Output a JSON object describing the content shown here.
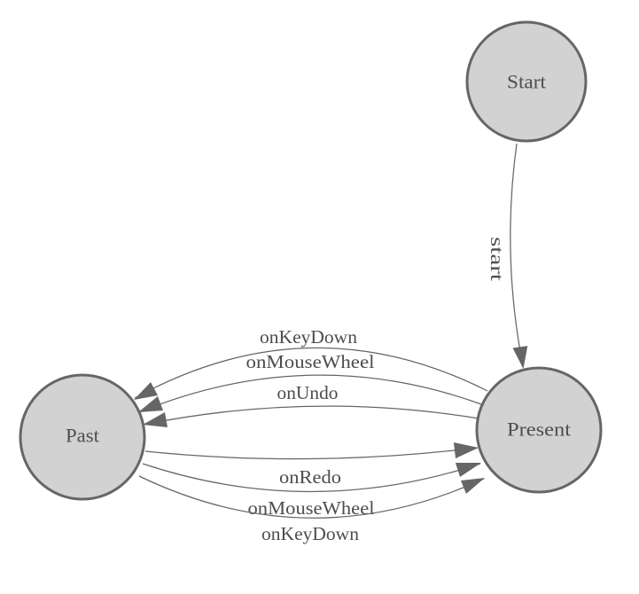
{
  "colors": {
    "background": "#ffffff",
    "node_fill": "#d2d2d2",
    "node_stroke": "#666666",
    "edge_line": "#666666",
    "arrowhead": "#666666",
    "label_text": "#4d4d4d"
  },
  "nodes": [
    {
      "id": "start",
      "label": "Start"
    },
    {
      "id": "present",
      "label": "Present"
    },
    {
      "id": "past",
      "label": "Past"
    }
  ],
  "edges": [
    {
      "from": "Start",
      "to": "Present",
      "label": "start"
    },
    {
      "from": "Present",
      "to": "Past",
      "label": "onKeyDown"
    },
    {
      "from": "Present",
      "to": "Past",
      "label": "onMouseWheel"
    },
    {
      "from": "Present",
      "to": "Past",
      "label": "onUndo"
    },
    {
      "from": "Past",
      "to": "Present",
      "label": "onRedo"
    },
    {
      "from": "Past",
      "to": "Present",
      "label": "onMouseWheel"
    },
    {
      "from": "Past",
      "to": "Present",
      "label": "onKeyDown"
    }
  ]
}
